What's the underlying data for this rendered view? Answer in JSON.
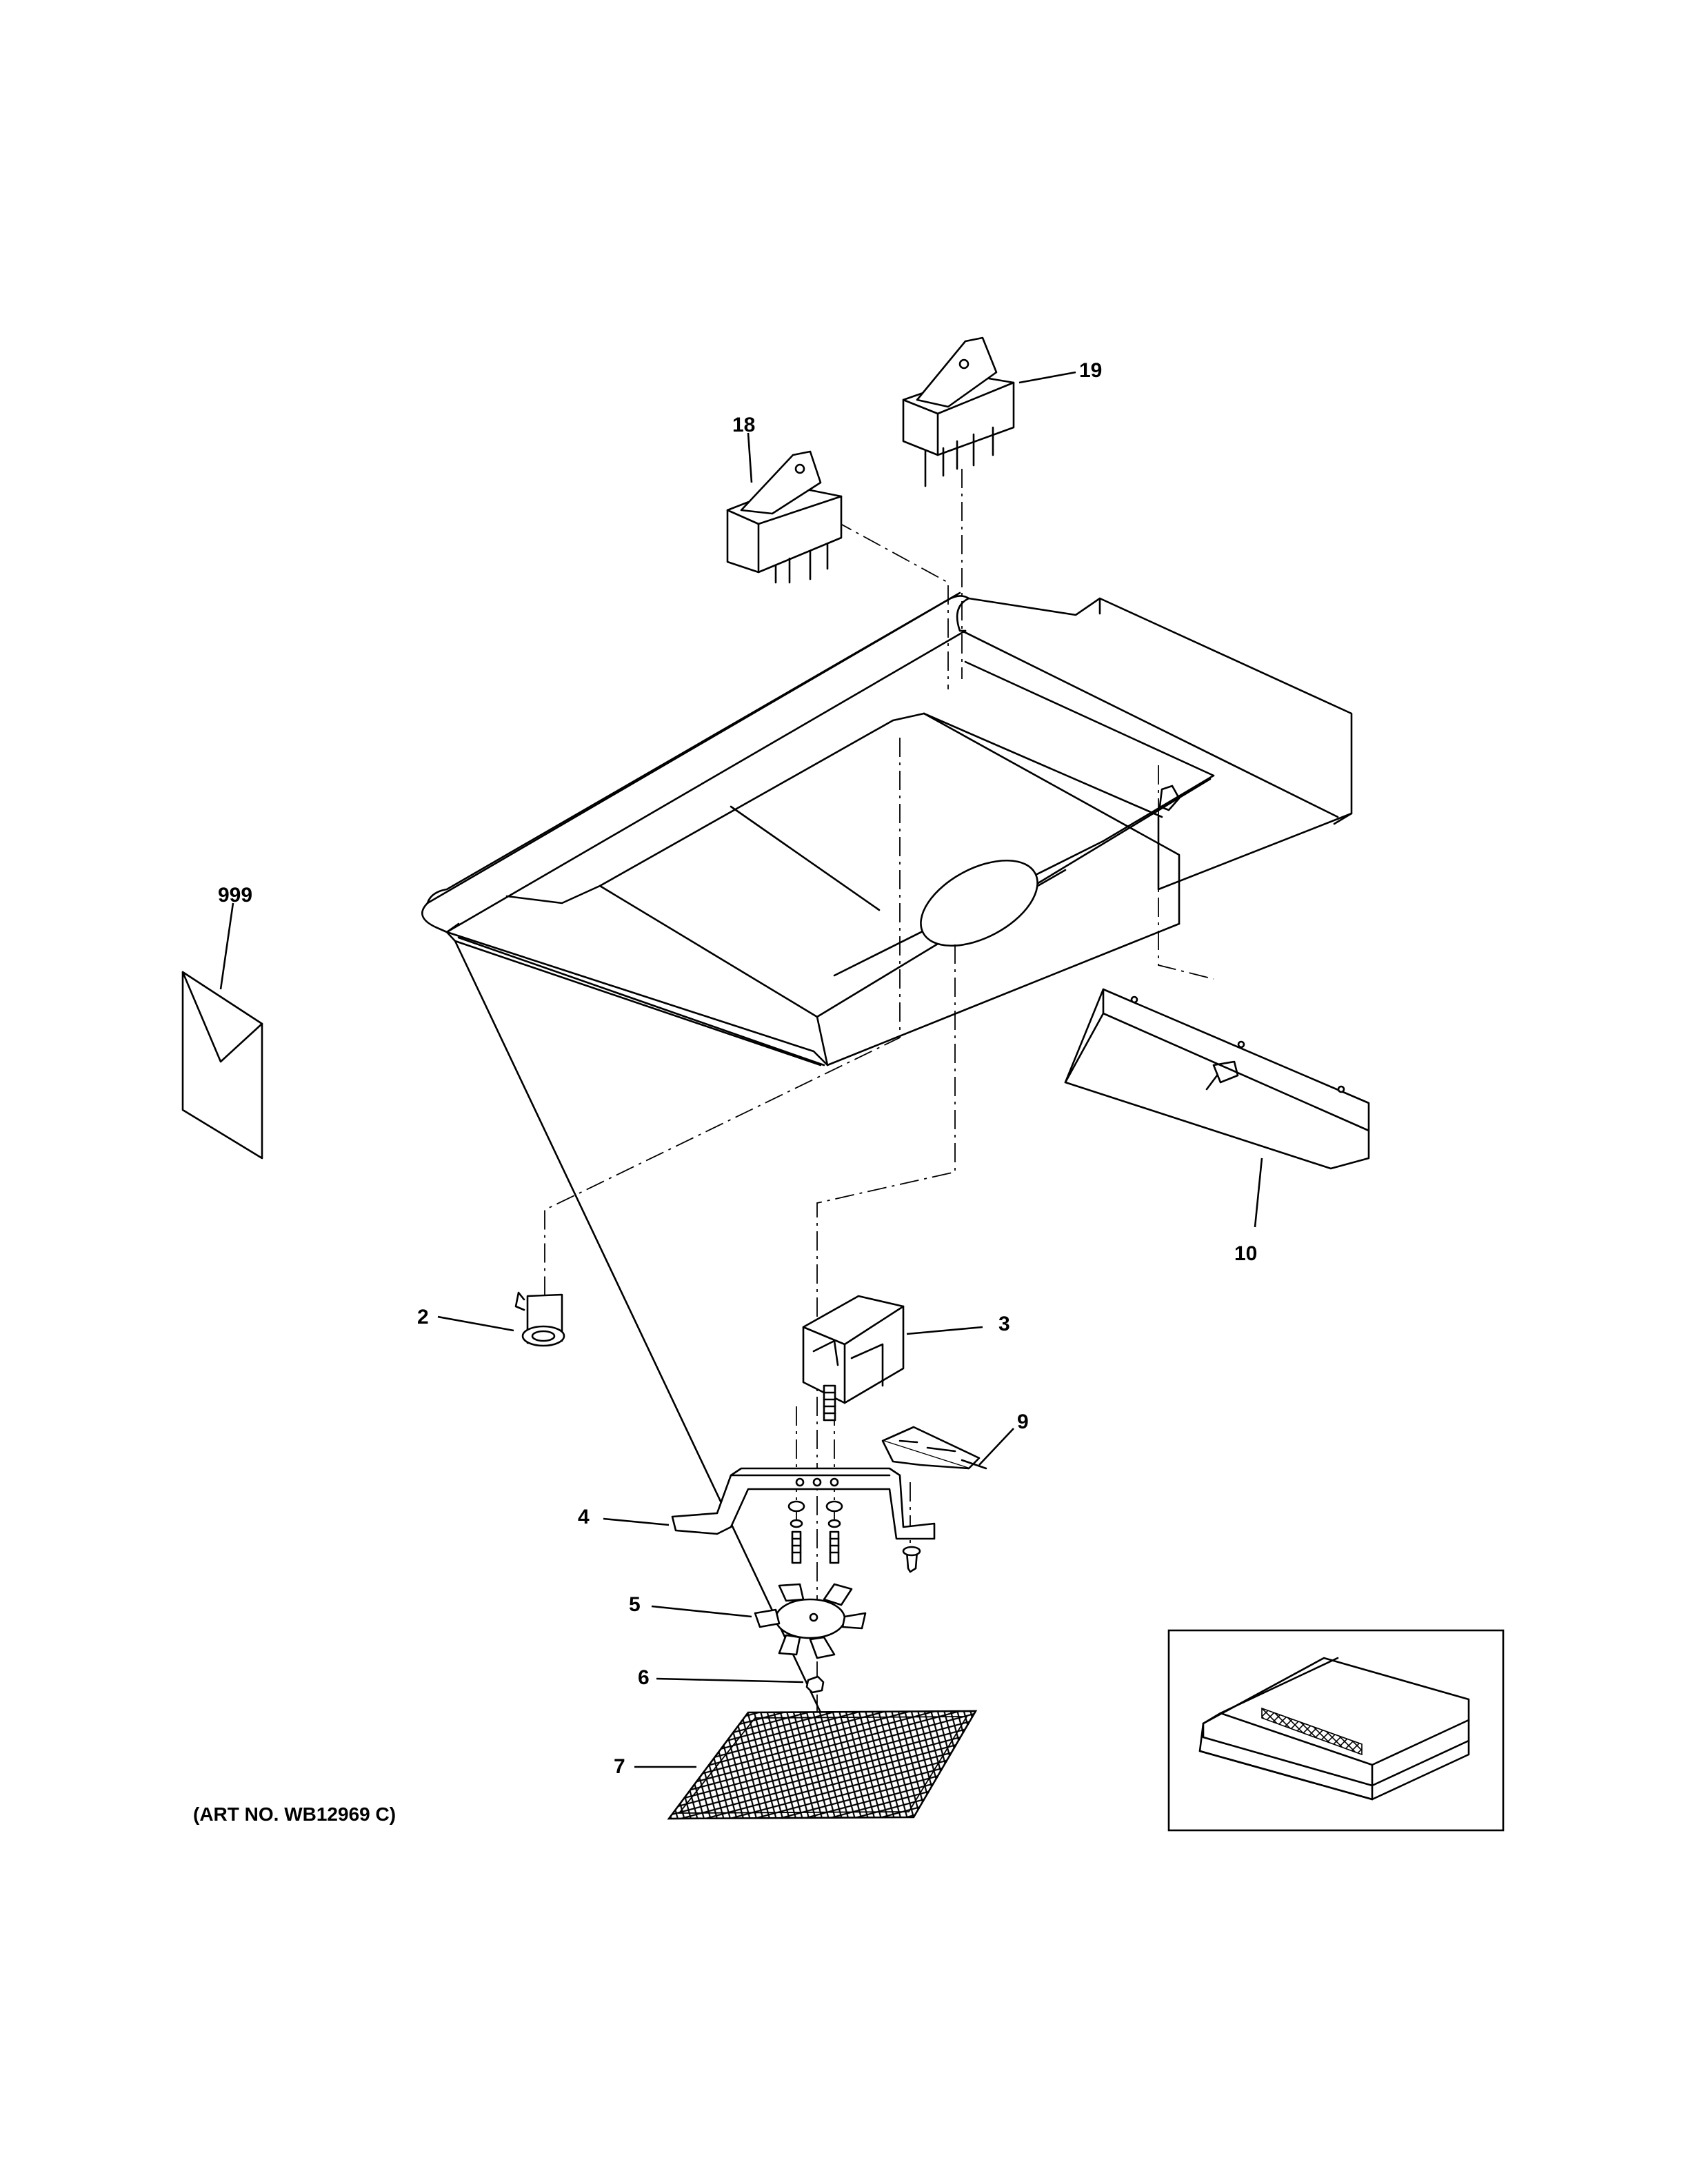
{
  "callouts": {
    "p18": "18",
    "p19": "19",
    "p999": "999",
    "p10": "10",
    "p2": "2",
    "p3": "3",
    "p9": "9",
    "p4": "4",
    "p5": "5",
    "p6": "6",
    "p7": "7"
  },
  "art_number": "(ART NO. WB12969 C)"
}
